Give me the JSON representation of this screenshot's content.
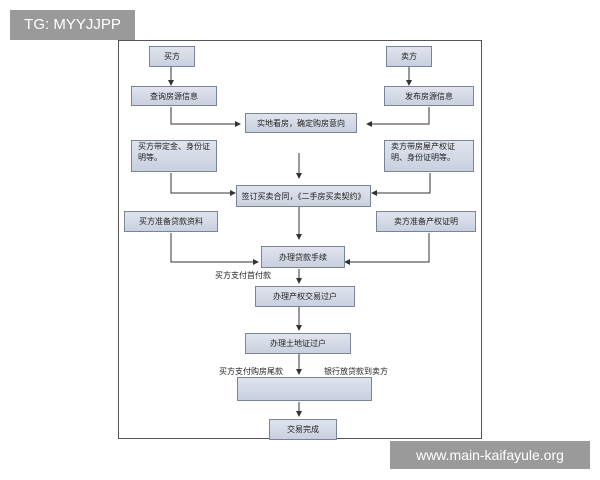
{
  "watermarks": {
    "top_left": "TG: MYYJJPP",
    "bottom_right": "www.main-kaifayule.org"
  },
  "flow": {
    "buyer": "买方",
    "seller": "卖方",
    "query_info": "查询房源信息",
    "publish_info": "发布房源信息",
    "viewing": "实地看房，确定购房意向",
    "buyer_docs_line1": "买方带定金、身份证",
    "buyer_docs_line2": "明等。",
    "seller_docs_line1": "卖方带房屋产权证",
    "seller_docs_line2": "明、身份证明等。",
    "sign_contract": "签订买卖合同，《二手房买卖契约》",
    "buyer_loan_docs": "买方准备贷款资料",
    "seller_title_docs": "卖方准备产权证明",
    "loan_process": "办理贷款手续",
    "down_payment": "买方支付首付款",
    "title_transfer": "办理产权交易过户",
    "land_transfer": "办理土地证过户",
    "final_payment": "买方支付购房尾款",
    "bank_loan": "银行放贷款到卖方",
    "blank_box": "",
    "complete": "交易完成"
  }
}
